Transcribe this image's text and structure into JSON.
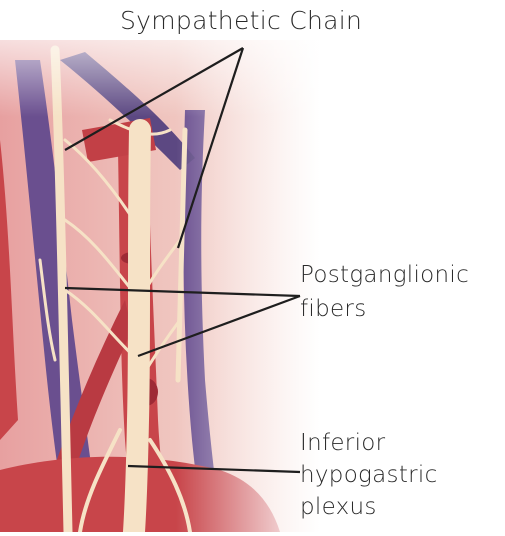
{
  "labels": {
    "sympathetic_chain": "Sympathetic Chain",
    "postganglionic_line1": "Postganglionic",
    "postganglionic_line2": "fibers",
    "inferior_line1": "Inferior",
    "inferior_line2": "hypogastric",
    "inferior_line3": "plexus"
  },
  "colors": {
    "artery": "#c8454a",
    "vein": "#6a4f8f",
    "nerve": "#f6e2c6",
    "tissue": "#f1c9c2",
    "background": "#ffffff",
    "text": "#2a2a2a"
  }
}
